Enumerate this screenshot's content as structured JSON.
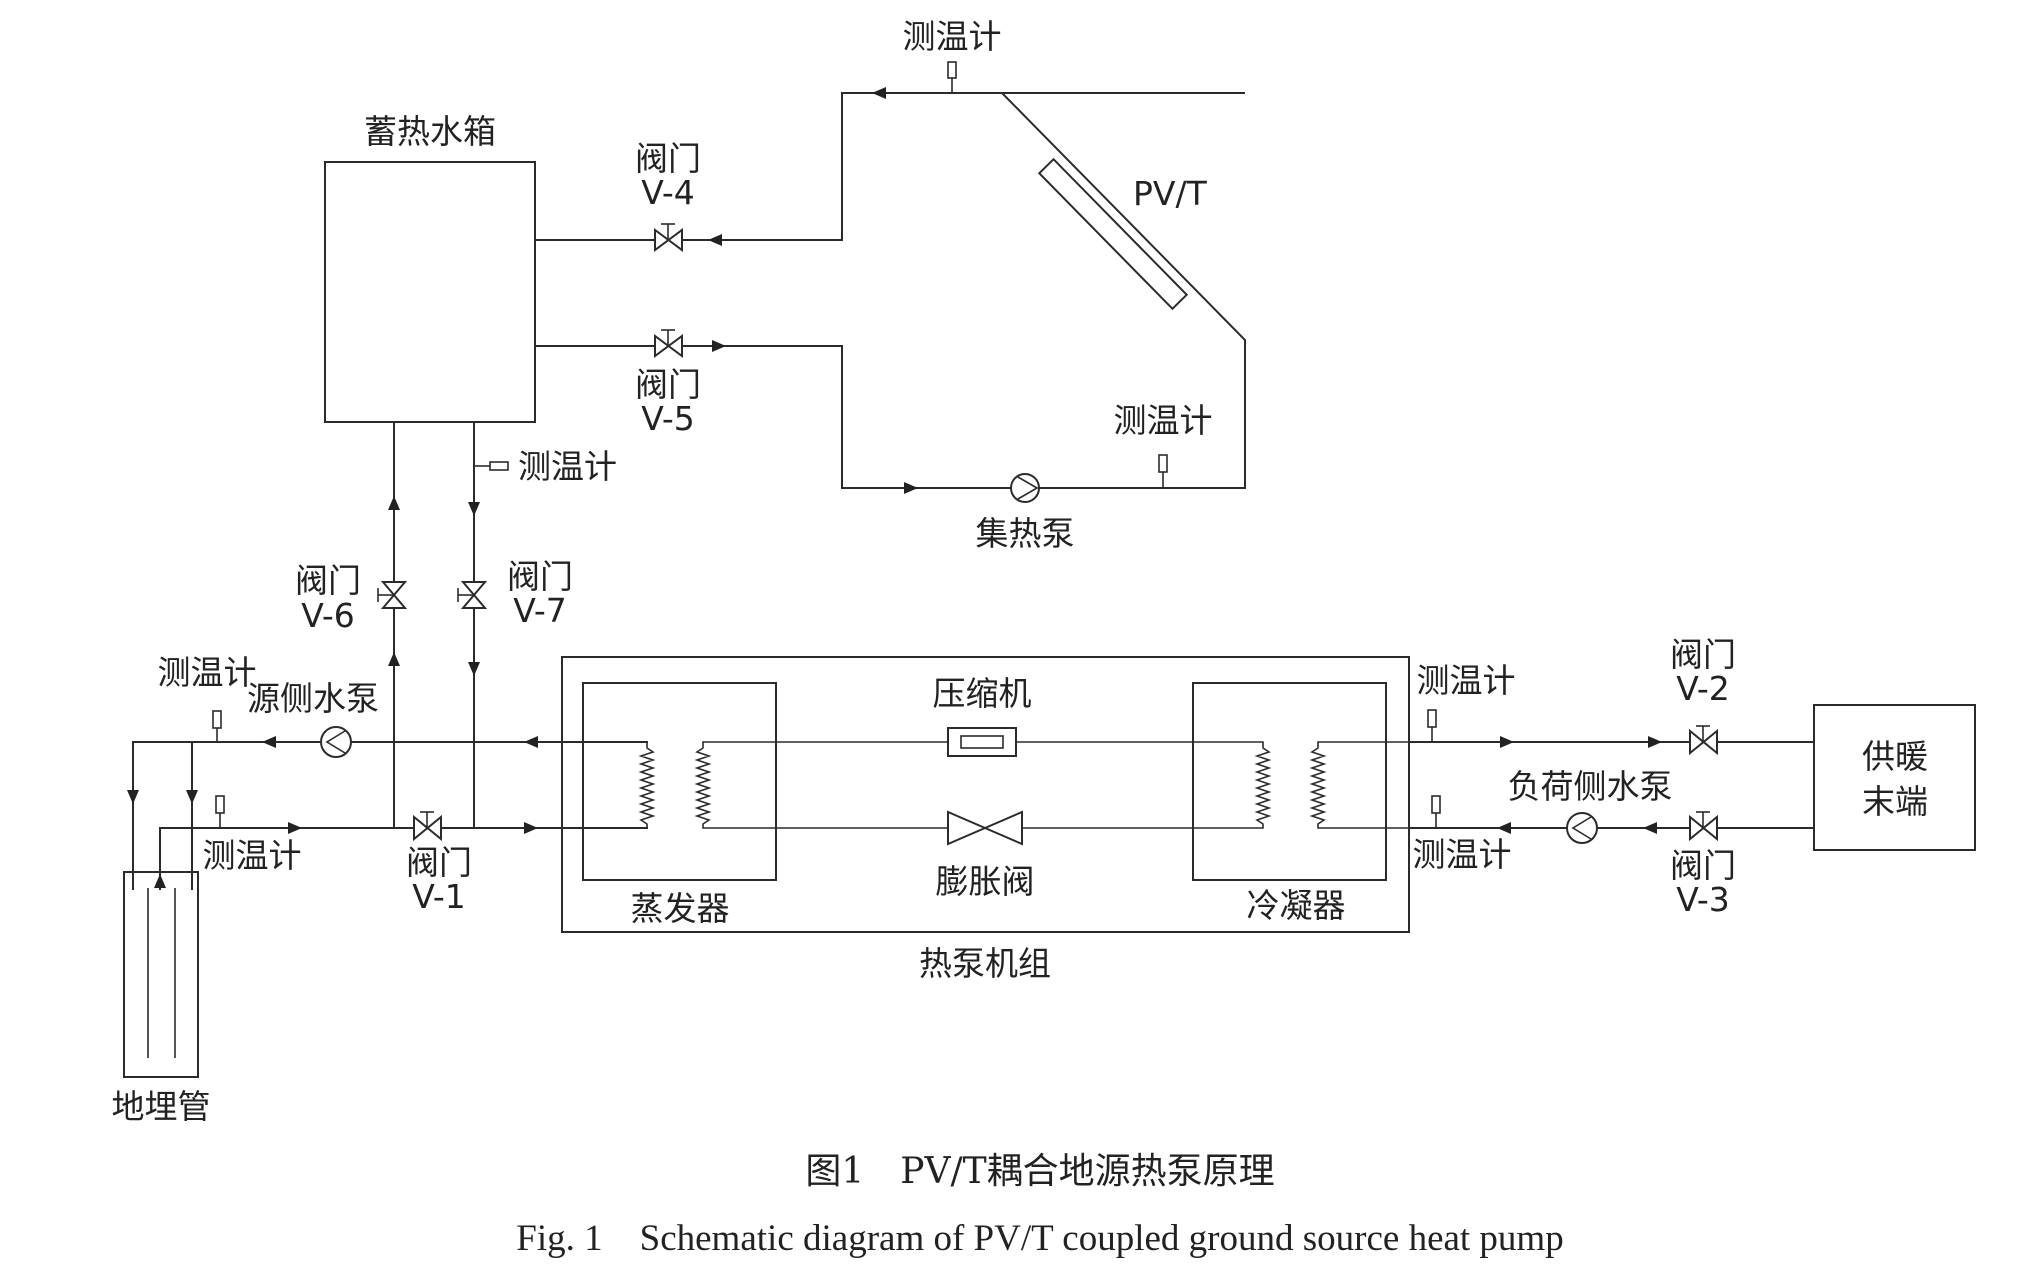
{
  "labels": {
    "tank": "蓄热水箱",
    "thermometer": "测温计",
    "valve": "阀门",
    "v1": "V-1",
    "v2": "V-2",
    "v3": "V-3",
    "v4": "V-4",
    "v5": "V-5",
    "v6": "V-6",
    "v7": "V-7",
    "pvt": "PV/T",
    "collector_pump": "集热泵",
    "source_pump": "源侧水泵",
    "load_pump": "负荷侧水泵",
    "compressor": "压缩机",
    "expansion_valve": "膨胀阀",
    "evaporator": "蒸发器",
    "condenser": "冷凝器",
    "heat_pump_unit": "热泵机组",
    "heating_terminal_line1": "供暖",
    "heating_terminal_line2": "末端",
    "ground_pipe": "地埋管"
  },
  "caption": {
    "zh": "图1　PV/T耦合地源热泵原理",
    "en": "Fig. 1　Schematic diagram of PV/T coupled ground source heat pump"
  }
}
